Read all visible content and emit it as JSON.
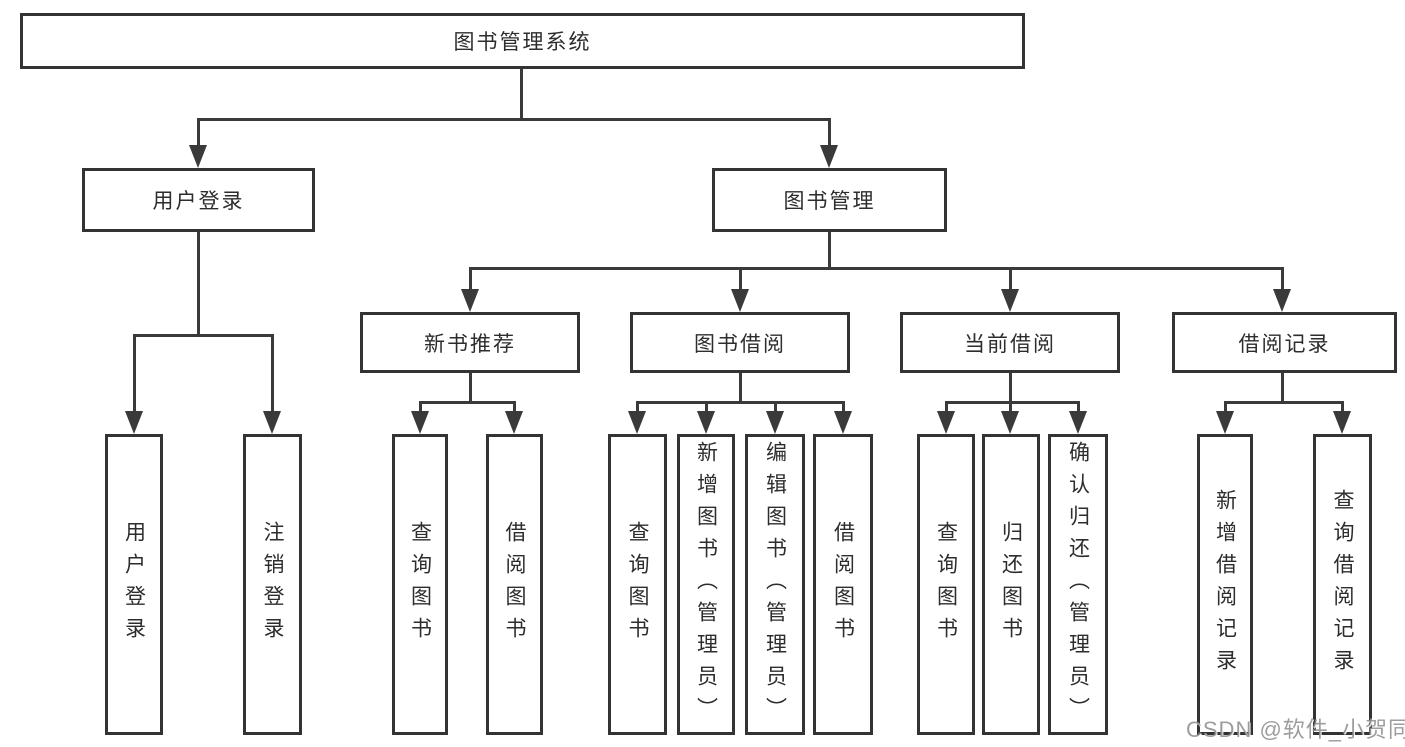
{
  "diagram": {
    "root": {
      "label": "图书管理系统"
    },
    "branches": [
      {
        "label": "用户登录",
        "leaves": [
          "用户登录",
          "注销登录"
        ]
      },
      {
        "label": "图书管理",
        "groups": [
          {
            "label": "新书推荐",
            "leaves": [
              "查询图书",
              "借阅图书"
            ]
          },
          {
            "label": "图书借阅",
            "leaves": [
              "查询图书",
              "新增图书（管理员）",
              "编辑图书（管理员）",
              "借阅图书"
            ]
          },
          {
            "label": "当前借阅",
            "leaves": [
              "查询图书",
              "归还图书",
              "确认归还（管理员）"
            ]
          },
          {
            "label": "借阅记录",
            "leaves": [
              "新增借阅记录",
              "查询借阅记录"
            ]
          }
        ]
      }
    ]
  },
  "watermark": {
    "text": "CSDN @软件_小贺同学"
  },
  "colors": {
    "background": "#ffffff",
    "box_border": "#333333",
    "box_fill": "#ffffff",
    "connector_line": "#3a3a3a",
    "text": "#2d2d2d",
    "watermark_text": "#8c8c8c"
  }
}
